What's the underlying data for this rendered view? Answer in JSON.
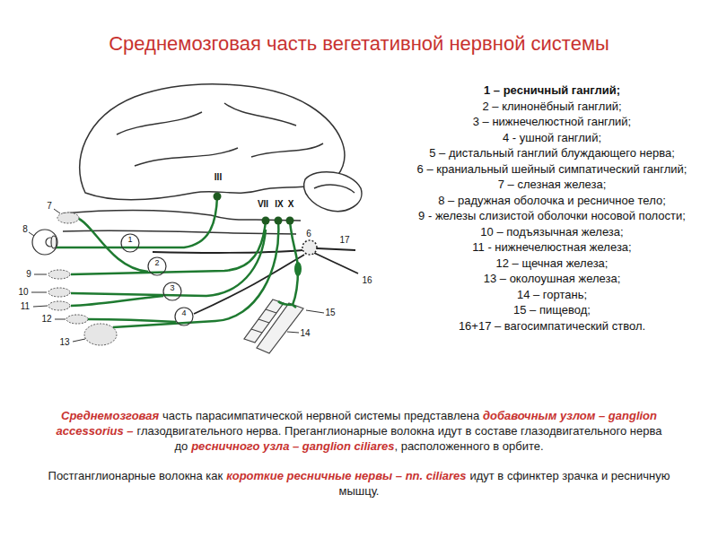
{
  "diagram": {
    "title": "Среднемозговая часть вегетативной нервной системы",
    "labels": [
      "III",
      "VII",
      "IX",
      "X",
      "7",
      "8",
      "1",
      "6",
      "17",
      "9",
      "2",
      "16",
      "10",
      "3",
      "11",
      "12",
      "4",
      "15",
      "14",
      "13",
      "1 – ресничный ганглий;",
      "2 – клинонёбный ганглий;",
      "3 – нижнечелюстной ганглий;",
      "4 - ушной ганглий;",
      "5 – дистальный ганглий блуждающего нерва;",
      "6 – краниальный шейный симпатический ганглий;",
      "7 – слезная железа;",
      "8 – радужная оболочка и ресничное тело;",
      "9 - железы слизистой оболочки носовой полости;",
      "10 – подъязычная железа;",
      "11 - нижнечелюстная железа;",
      "12 – щечная железа;",
      "13 – околоушная железа;",
      "14 – гортань;",
      "15 – пищевод;",
      "16+17 – вагосимпатический ствол.",
      "Среднемозговая",
      "часть парасимпатической нервной системы представлена",
      "добавочным узлом – ganglion accessorius –",
      "глазодвигательного нерва. Преганглионарные волокна идут в составе глазодвигательного нерва до",
      "ресничного узла – ganglion ciliares",
      ", расположенного в орбите.",
      "Постганглионарные волокна как",
      "короткие ресничные нервы – nn. ciliares",
      "идут в сфинктер зрачка и ресничную мышцу."
    ]
  }
}
